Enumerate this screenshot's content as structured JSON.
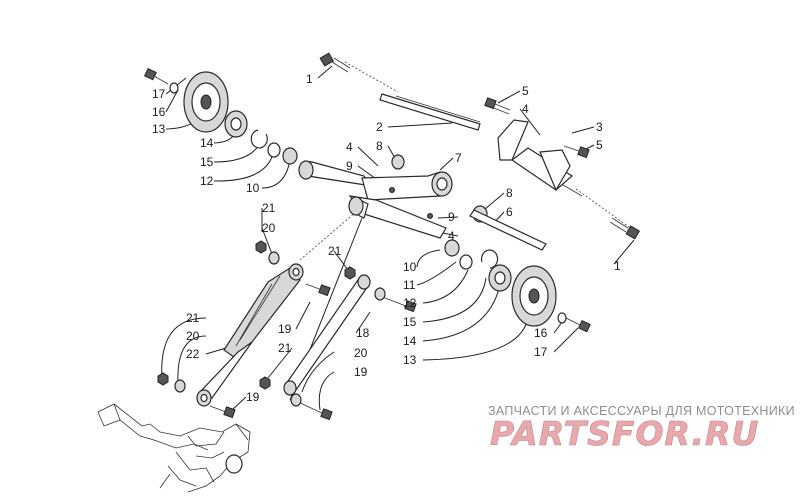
{
  "watermark": {
    "tagline": "ЗАПЧАСТИ И АКСЕССУАРЫ ДЛЯ МОТОТЕХНИКИ",
    "logo_text": "PARTSFOR.RU",
    "accent_color": "#e8a9ad"
  },
  "callouts": [
    {
      "id": "c1a",
      "text": "1"
    },
    {
      "id": "c1b",
      "text": "1"
    },
    {
      "id": "c2",
      "text": "2"
    },
    {
      "id": "c3",
      "text": "3"
    },
    {
      "id": "c4a",
      "text": "4"
    },
    {
      "id": "c4b",
      "text": "4"
    },
    {
      "id": "c4c",
      "text": "4"
    },
    {
      "id": "c5a",
      "text": "5"
    },
    {
      "id": "c5b",
      "text": "5"
    },
    {
      "id": "c6",
      "text": "6"
    },
    {
      "id": "c7",
      "text": "7"
    },
    {
      "id": "c8a",
      "text": "8"
    },
    {
      "id": "c8b",
      "text": "8"
    },
    {
      "id": "c9a",
      "text": "9"
    },
    {
      "id": "c9b",
      "text": "9"
    },
    {
      "id": "c10a",
      "text": "10"
    },
    {
      "id": "c10b",
      "text": "10"
    },
    {
      "id": "c11",
      "text": "11"
    },
    {
      "id": "c12a",
      "text": "12"
    },
    {
      "id": "c12b",
      "text": "12"
    },
    {
      "id": "c13a",
      "text": "13"
    },
    {
      "id": "c13b",
      "text": "13"
    },
    {
      "id": "c14a",
      "text": "14"
    },
    {
      "id": "c14b",
      "text": "14"
    },
    {
      "id": "c15a",
      "text": "15"
    },
    {
      "id": "c15b",
      "text": "15"
    },
    {
      "id": "c16a",
      "text": "16"
    },
    {
      "id": "c16b",
      "text": "16"
    },
    {
      "id": "c17a",
      "text": "17"
    },
    {
      "id": "c17b",
      "text": "17"
    },
    {
      "id": "c18",
      "text": "18"
    },
    {
      "id": "c19a",
      "text": "19"
    },
    {
      "id": "c19b",
      "text": "19"
    },
    {
      "id": "c19c",
      "text": "19"
    },
    {
      "id": "c20a",
      "text": "20"
    },
    {
      "id": "c20b",
      "text": "20"
    },
    {
      "id": "c20c",
      "text": "20"
    },
    {
      "id": "c21a",
      "text": "21"
    },
    {
      "id": "c21b",
      "text": "21"
    },
    {
      "id": "c21c",
      "text": "21"
    },
    {
      "id": "c21d",
      "text": "21"
    },
    {
      "id": "c22",
      "text": "22"
    }
  ]
}
